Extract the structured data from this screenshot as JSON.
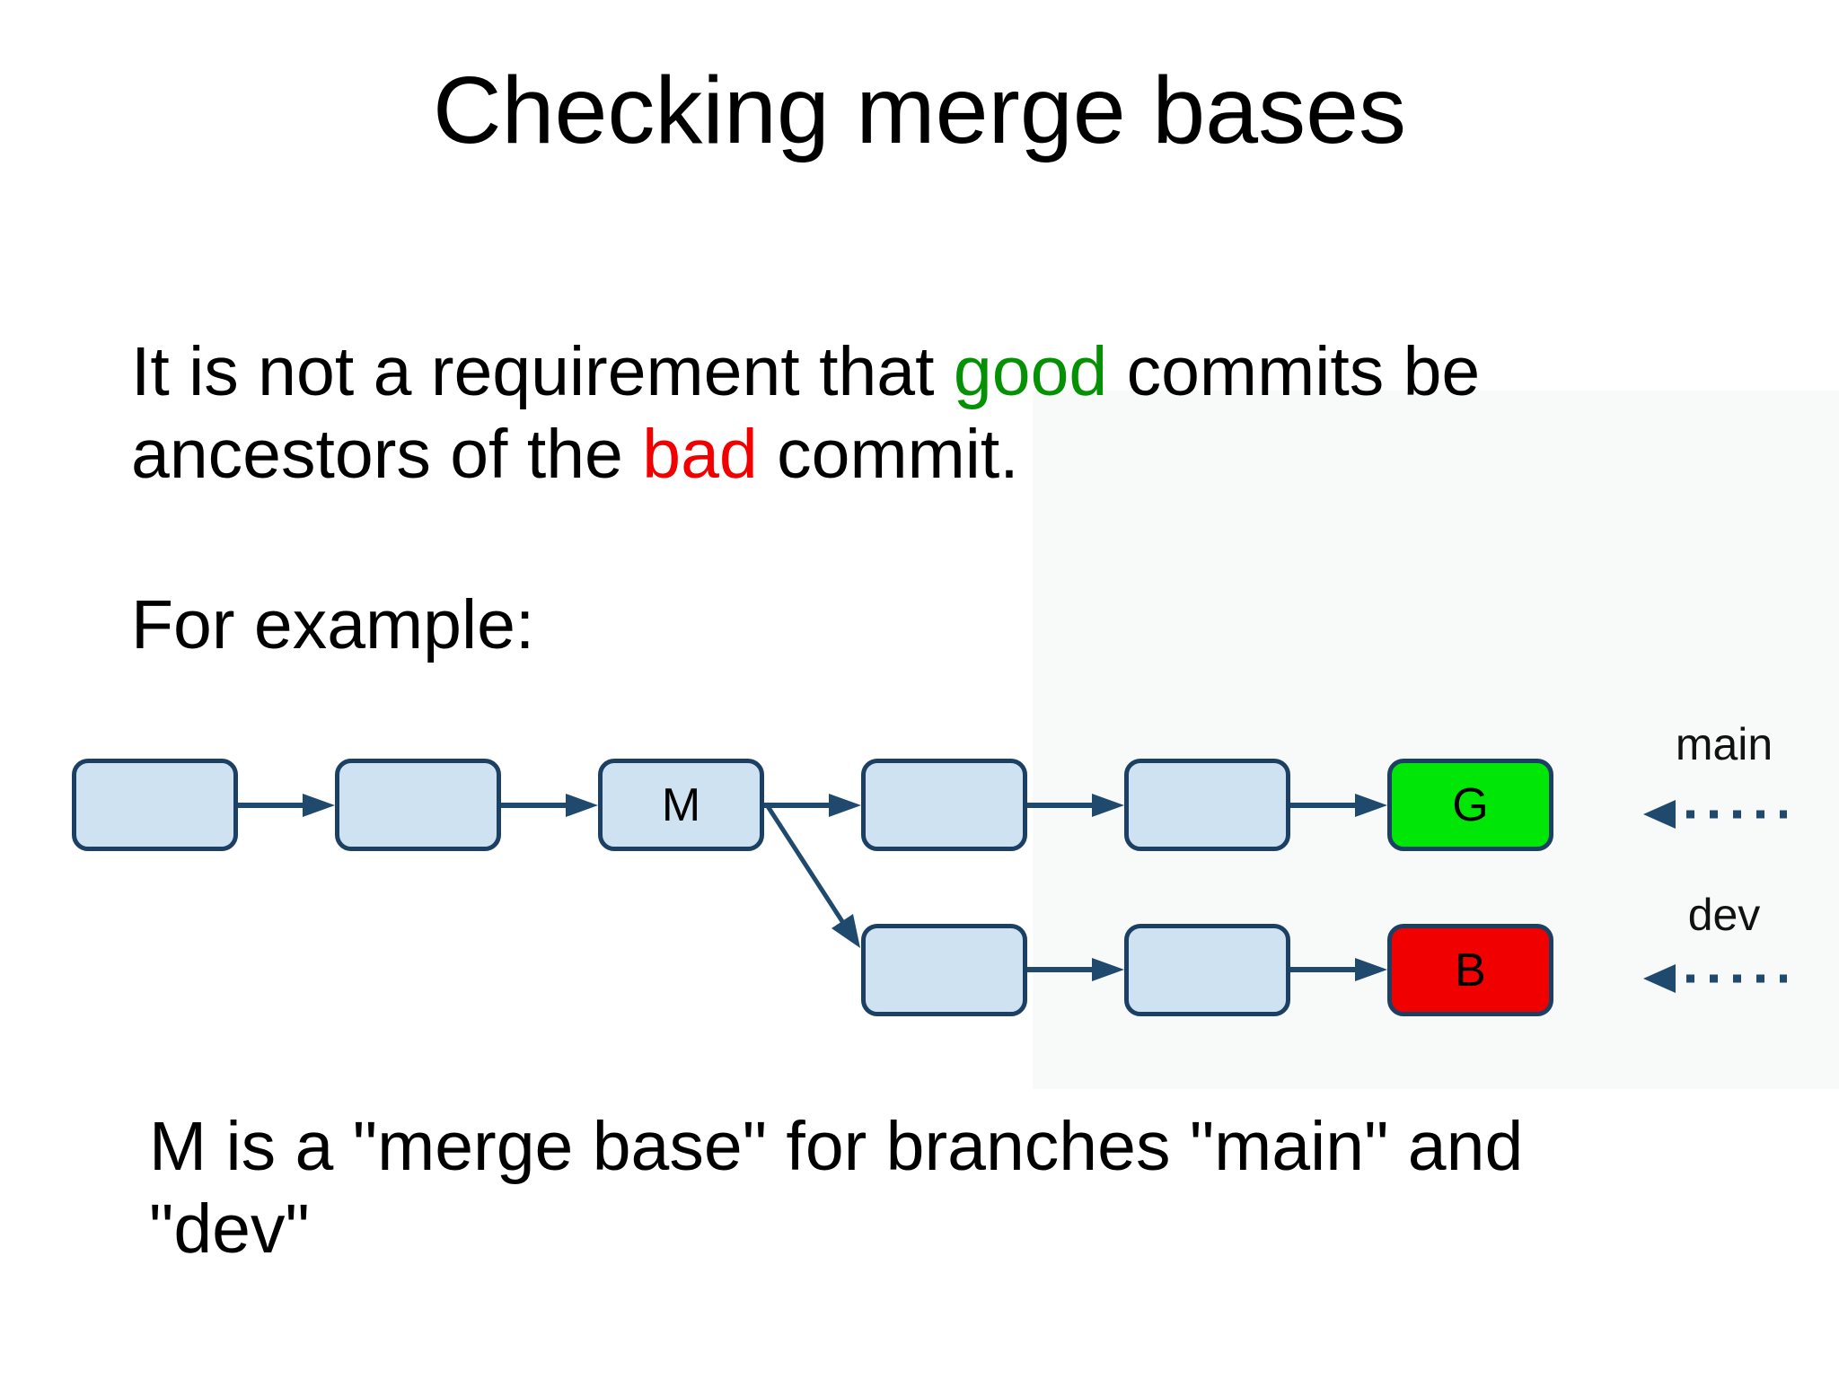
{
  "slide": {
    "title": "Checking merge bases",
    "paragraph": {
      "line1_pre": "It is not a requirement that ",
      "line1_good": "good",
      "line1_post": " commits be",
      "line2_pre": "ancestors of the ",
      "line2_bad": "bad",
      "line2_post": " commit."
    },
    "example_label": "For example:",
    "note_line1": "M is a \"merge base\" for branches \"main\" and",
    "note_line2": "\"dev\""
  },
  "diagram": {
    "commits_top": [
      "",
      "",
      "M",
      "",
      "",
      "G"
    ],
    "commits_bottom": [
      "",
      "",
      "B"
    ],
    "branch_main_label": "main",
    "branch_dev_label": "dev"
  },
  "colors": {
    "good_text": "#049104",
    "bad_text": "#f20000",
    "commit_fill": "#cfe2f1",
    "commit_border": "#1c4064",
    "good_commit_fill": "#00e606",
    "bad_commit_fill": "#f10000",
    "arrow": "#1f4a6e"
  }
}
